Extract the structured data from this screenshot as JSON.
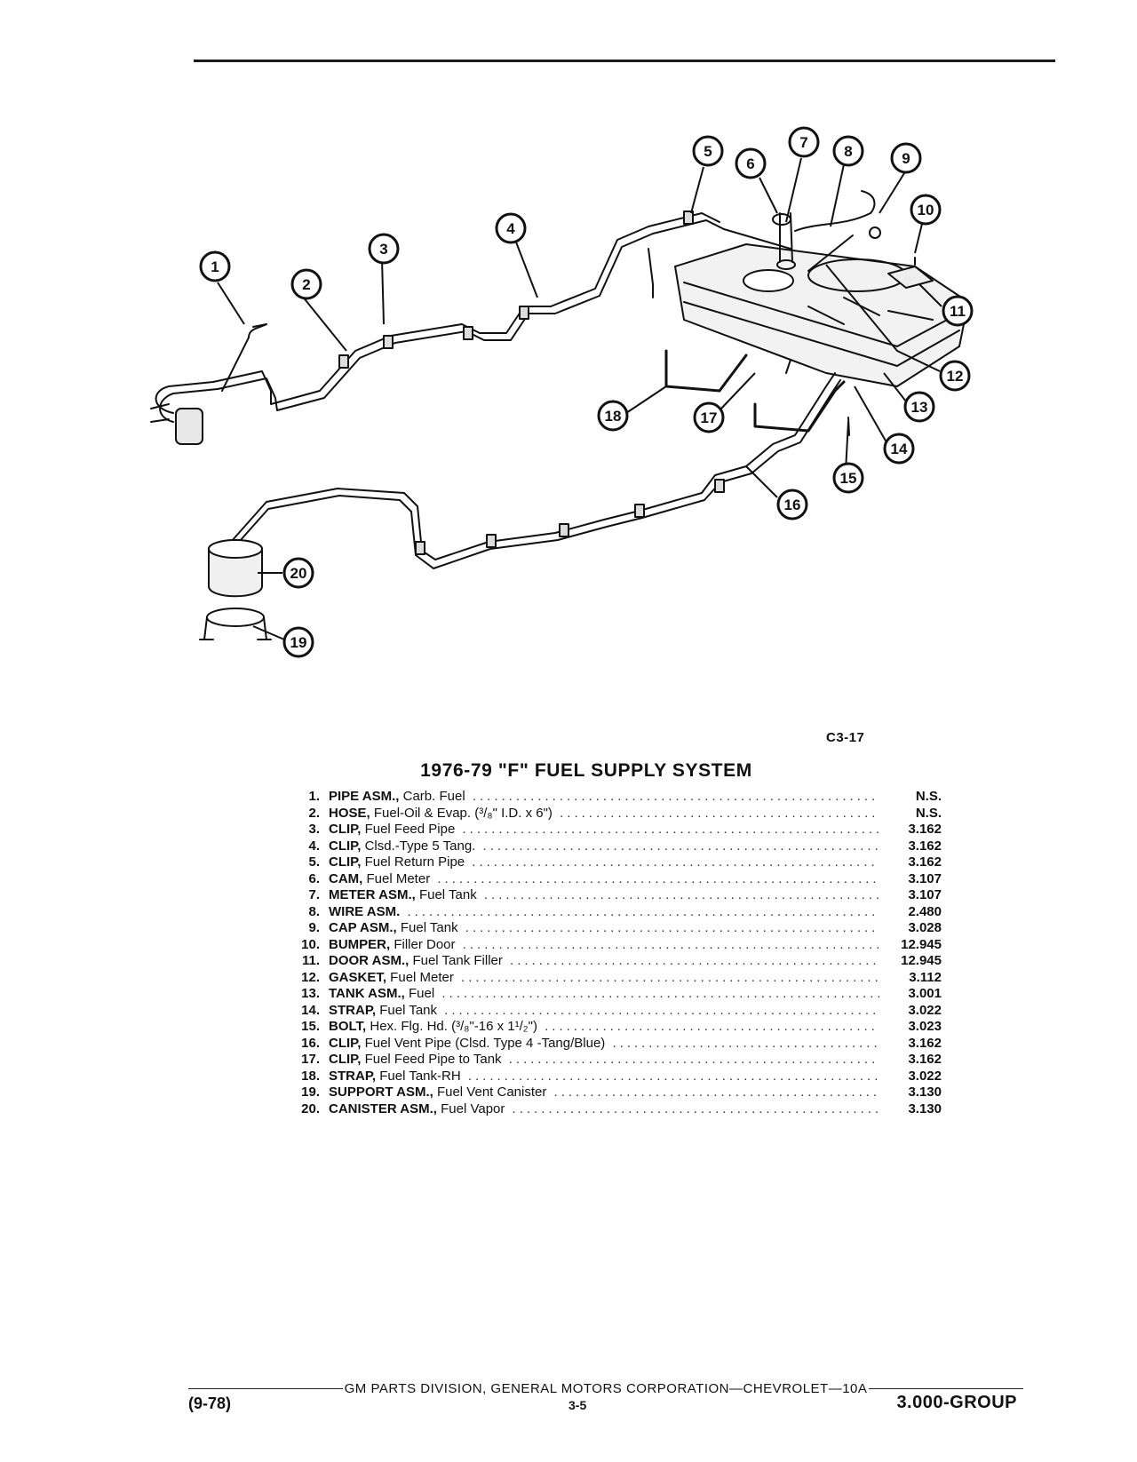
{
  "figure_code": "C3-17",
  "title": "1976-79 \"F\" FUEL SUPPLY SYSTEM",
  "callouts": [
    "1",
    "2",
    "3",
    "4",
    "5",
    "6",
    "7",
    "8",
    "9",
    "10",
    "11",
    "12",
    "13",
    "14",
    "15",
    "16",
    "17",
    "18",
    "19",
    "20"
  ],
  "parts": [
    {
      "num": "1.",
      "name": "PIPE ASM.,",
      "detail": " Carb. Fuel",
      "group": "N.S."
    },
    {
      "num": "2.",
      "name": "HOSE,",
      "detail": " Fuel-Oil & Evap. (³/₈\" I.D. x 6\")",
      "group": "N.S."
    },
    {
      "num": "3.",
      "name": "CLIP,",
      "detail": " Fuel Feed Pipe",
      "group": "3.162"
    },
    {
      "num": "4.",
      "name": "CLIP,",
      "detail": " Clsd.-Type 5 Tang.",
      "group": "3.162"
    },
    {
      "num": "5.",
      "name": "CLIP,",
      "detail": " Fuel Return Pipe",
      "group": "3.162"
    },
    {
      "num": "6.",
      "name": "CAM,",
      "detail": " Fuel Meter",
      "group": "3.107"
    },
    {
      "num": "7.",
      "name": "METER ASM.,",
      "detail": " Fuel Tank",
      "group": "3.107"
    },
    {
      "num": "8.",
      "name": "WIRE ASM.",
      "detail": "",
      "group": "2.480"
    },
    {
      "num": "9.",
      "name": "CAP ASM.,",
      "detail": " Fuel Tank",
      "group": "3.028"
    },
    {
      "num": "10.",
      "name": "BUMPER,",
      "detail": " Filler Door",
      "group": "12.945"
    },
    {
      "num": "11.",
      "name": "DOOR ASM.,",
      "detail": " Fuel Tank Filler",
      "group": "12.945"
    },
    {
      "num": "12.",
      "name": "GASKET,",
      "detail": " Fuel Meter",
      "group": "3.112"
    },
    {
      "num": "13.",
      "name": "TANK ASM.,",
      "detail": " Fuel",
      "group": "3.001"
    },
    {
      "num": "14.",
      "name": "STRAP,",
      "detail": " Fuel Tank",
      "group": "3.022"
    },
    {
      "num": "15.",
      "name": "BOLT,",
      "detail": " Hex. Flg. Hd. (³/₈\"-16 x 1¹/₂\")",
      "group": "3.023"
    },
    {
      "num": "16.",
      "name": "CLIP,",
      "detail": " Fuel Vent Pipe (Clsd. Type 4 -Tang/Blue)",
      "group": "3.162"
    },
    {
      "num": "17.",
      "name": "CLIP,",
      "detail": " Fuel Feed Pipe to Tank",
      "group": "3.162"
    },
    {
      "num": "18.",
      "name": "STRAP,",
      "detail": " Fuel Tank-RH",
      "group": "3.022"
    },
    {
      "num": "19.",
      "name": "SUPPORT ASM.,",
      "detail": " Fuel Vent Canister",
      "group": "3.130"
    },
    {
      "num": "20.",
      "name": "CANISTER ASM.,",
      "detail": " Fuel Vapor",
      "group": "3.130"
    }
  ],
  "footer": {
    "center": "GM PARTS DIVISION, GENERAL MOTORS CORPORATION—CHEVROLET—10A",
    "date": "(9-78)",
    "page": "3-5",
    "group": "3.000-GROUP"
  }
}
